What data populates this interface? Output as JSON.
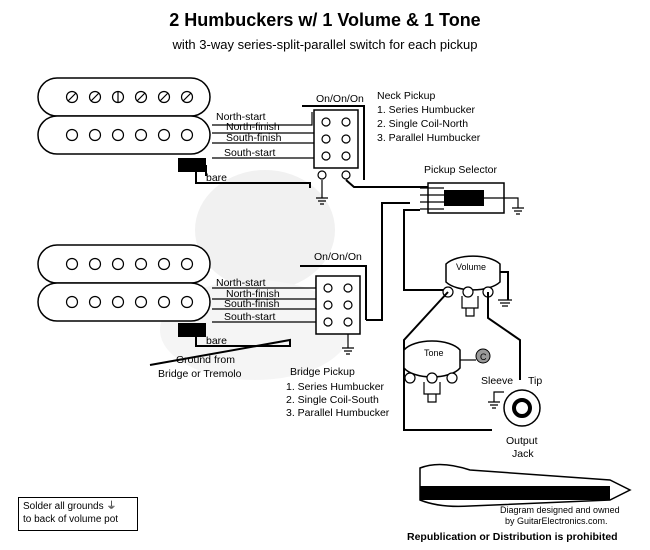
{
  "title": "2 Humbuckers w/ 1 Volume & 1 Tone",
  "subtitle": "with 3-way series-split-parallel switch for each pickup",
  "neck": {
    "switch_label": "On/On/On",
    "heading": "Neck Pickup",
    "options": [
      "1. Series Humbucker",
      "2. Single Coil-North",
      "3. Parallel Humbucker"
    ],
    "wires": [
      "North-start",
      "North-finish",
      "South-finish",
      "South-start",
      "bare"
    ]
  },
  "bridge": {
    "switch_label": "On/On/On",
    "heading": "Bridge Pickup",
    "options": [
      "1. Series Humbucker",
      "2. Single Coil-South",
      "3. Parallel Humbucker"
    ],
    "wires": [
      "North-start",
      "North-finish",
      "South-finish",
      "South-start",
      "bare"
    ]
  },
  "selector_label": "Pickup Selector",
  "volume_label": "Volume",
  "tone_label": "Tone",
  "cap_label": "C",
  "jack": {
    "sleeve": "Sleeve",
    "tip": "Tip",
    "label_line1": "Output",
    "label_line2": "Jack"
  },
  "ground_line1": "Ground from",
  "ground_line2": "Bridge or Tremolo",
  "solder_line1": "Solder all grounds",
  "solder_line2": "to back of volume pot",
  "brand": {
    "logo": "GuitarElectronics.com",
    "line1": "Diagram designed and owned",
    "line2": "by GuitarElectronics.com.",
    "line3": "Republication or Distribution is prohibited"
  },
  "colors": {
    "ink": "#000000",
    "paper": "#ffffff",
    "watermark": "#d9d9d9"
  }
}
